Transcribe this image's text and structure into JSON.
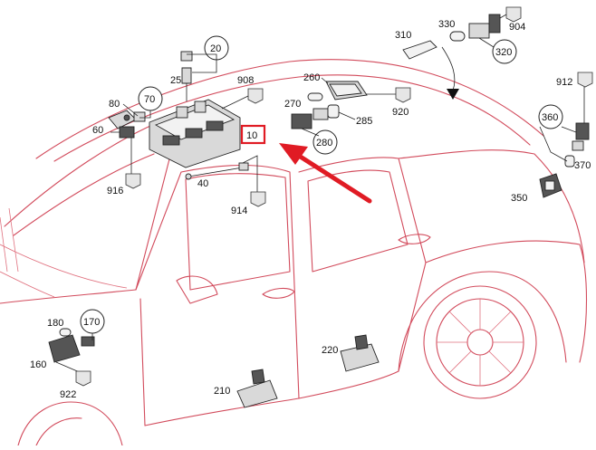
{
  "diagram": {
    "colors": {
      "car_outline": "#d24b5c",
      "highlight": "#e01b24",
      "parts": "#d9d9d9",
      "leader": "#222222"
    },
    "highlighted_label": "10",
    "callouts": {
      "c10": "10",
      "c20": "20",
      "c25": "25",
      "c40": "40",
      "c60": "60",
      "c70": "70",
      "c80": "80",
      "c160": "160",
      "c170": "170",
      "c180": "180",
      "c210": "210",
      "c220": "220",
      "c260": "260",
      "c270": "270",
      "c280": "280",
      "c285": "285",
      "c310": "310",
      "c320": "320",
      "c330": "330",
      "c350": "350",
      "c360": "360",
      "c370": "370",
      "c904": "904",
      "c908": "908",
      "c912": "912",
      "c914": "914",
      "c916": "916",
      "c920": "920",
      "c922": "922"
    }
  }
}
